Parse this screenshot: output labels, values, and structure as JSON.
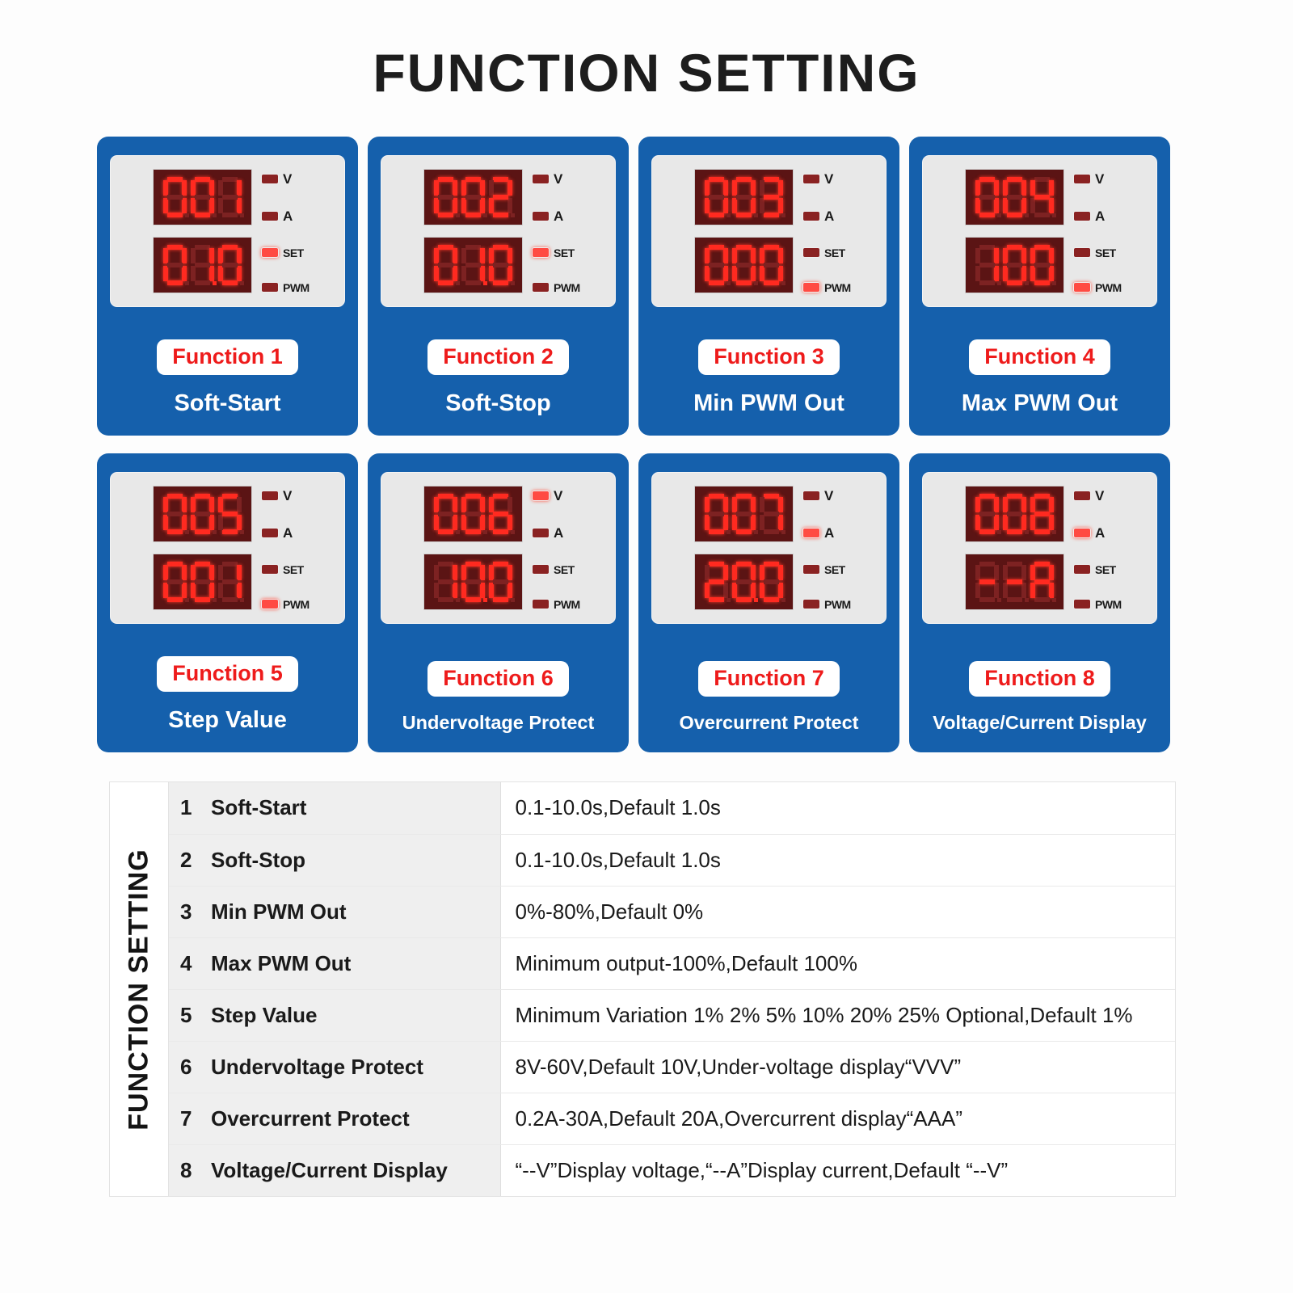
{
  "title": "FUNCTION SETTING",
  "colors": {
    "card_blue": "#1560ac",
    "badge_red": "#ee1b1b",
    "led_on": "#ff4b43",
    "led_off": "#8a2222",
    "segment_on": "#ff2a20",
    "segment_off": "#7d2222",
    "meter_face": "#e8e8e8"
  },
  "led_names": [
    "V",
    "A",
    "SET",
    "PWM"
  ],
  "cards": [
    {
      "badge": "Function 1",
      "caption": "Soft-Start",
      "top_display": "001",
      "bottom_display": "01.0",
      "leds": {
        "V": false,
        "A": false,
        "SET": true,
        "PWM": false
      }
    },
    {
      "badge": "Function 2",
      "caption": "Soft-Stop",
      "top_display": "002",
      "bottom_display": "01.0",
      "leds": {
        "V": false,
        "A": false,
        "SET": true,
        "PWM": false
      }
    },
    {
      "badge": "Function 3",
      "caption": "Min PWM Out",
      "top_display": "003",
      "bottom_display": "000",
      "leds": {
        "V": false,
        "A": false,
        "SET": false,
        "PWM": true
      }
    },
    {
      "badge": "Function 4",
      "caption": "Max PWM Out",
      "top_display": "004",
      "bottom_display": "100",
      "leds": {
        "V": false,
        "A": false,
        "SET": false,
        "PWM": true
      }
    },
    {
      "badge": "Function 5",
      "caption": "Step Value",
      "top_display": "005",
      "bottom_display": "001",
      "leds": {
        "V": false,
        "A": false,
        "SET": false,
        "PWM": true
      }
    },
    {
      "badge": "Function 6",
      "caption": "Undervoltage Protect",
      "top_display": "006",
      "bottom_display": "10.0",
      "leds": {
        "V": true,
        "A": false,
        "SET": false,
        "PWM": false
      }
    },
    {
      "badge": "Function 7",
      "caption": "Overcurrent Protect",
      "top_display": "007",
      "bottom_display": "20.0",
      "leds": {
        "V": false,
        "A": true,
        "SET": false,
        "PWM": false
      }
    },
    {
      "badge": "Function 8",
      "caption": "Voltage/Current Display",
      "top_display": "008",
      "bottom_display": "--A",
      "leds": {
        "V": false,
        "A": true,
        "SET": false,
        "PWM": false
      }
    }
  ],
  "table": {
    "vertical_label": "FUNCTION SETTING",
    "rows": [
      {
        "num": "1",
        "name": "Soft-Start",
        "desc": "0.1-10.0s,Default 1.0s"
      },
      {
        "num": "2",
        "name": "Soft-Stop",
        "desc": "0.1-10.0s,Default 1.0s"
      },
      {
        "num": "3",
        "name": "Min PWM Out",
        "desc": "0%-80%,Default 0%"
      },
      {
        "num": "4",
        "name": "Max PWM Out",
        "desc": "Minimum output-100%,Default 100%"
      },
      {
        "num": "5",
        "name": "Step Value",
        "desc": "Minimum Variation 1% 2% 5% 10% 20% 25% Optional,Default 1%"
      },
      {
        "num": "6",
        "name": "Undervoltage Protect",
        "desc": "8V-60V,Default 10V,Under-voltage display“VVV”"
      },
      {
        "num": "7",
        "name": "Overcurrent Protect",
        "desc": "0.2A-30A,Default 20A,Overcurrent display“AAA”"
      },
      {
        "num": "8",
        "name": "Voltage/Current Display",
        "desc": "“--V”Display voltage,“--A”Display current,Default “--V”"
      }
    ]
  }
}
